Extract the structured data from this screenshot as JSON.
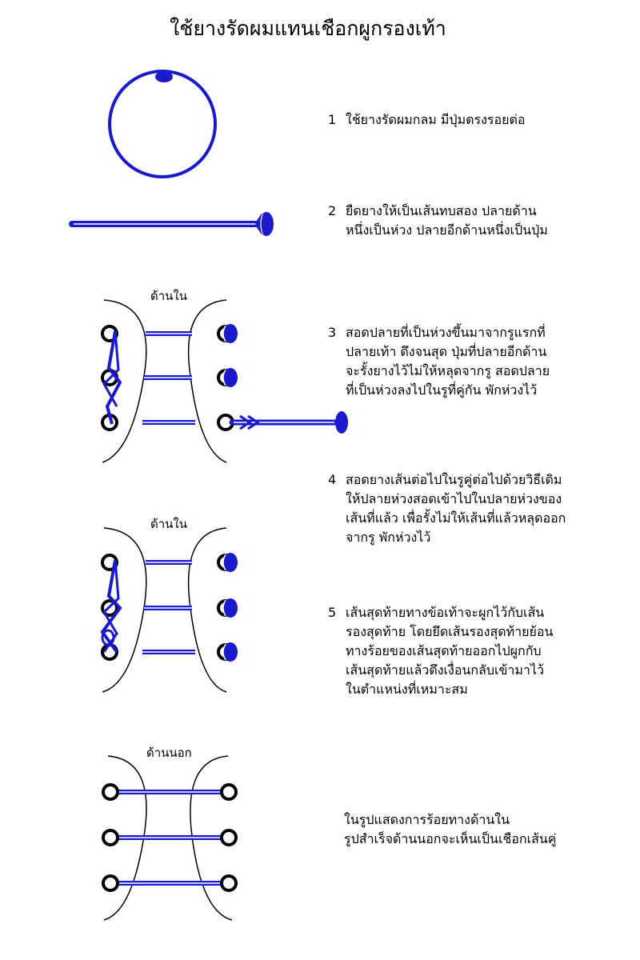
{
  "title": "ใช้ยางรัดผมแทนเชือกผูกรองเท้า",
  "colors": {
    "band": "#1a1acc",
    "outline": "#000000",
    "background": "#ffffff"
  },
  "steps": [
    {
      "number": "1",
      "lines": [
        "ใช้ยางรัดผมกลม มีปุ่มตรงรอยต่อ"
      ]
    },
    {
      "number": "2",
      "lines": [
        "ยืดยางให้เป็นเส้นทบสอง ปลายด้าน",
        "หนึ่งเป็นห่วง ปลายอีกด้านหนึ่งเป็นปุ่ม"
      ]
    },
    {
      "number": "3",
      "lines": [
        "สอดปลายที่เป็นห่วงขึ้นมาจากรูแรกที่",
        "ปลายเท้า ดึงจนสุด ปุ่มที่ปลายอีกด้าน",
        "จะรั้งยางไว้ไม่ให้หลุดจากรู สอดปลาย",
        "ที่เป็นห่วงลงไปในรูที่คู่กัน พักห่วงไว้"
      ]
    },
    {
      "number": "4",
      "lines": [
        "สอดยางเส้นต่อไปในรูคู่ต่อไปด้วยวิธีเดิม",
        "ให้ปลายห่วงสอดเข้าไปในปลายห่วงของ",
        "เส้นที่แล้ว เพื่อรั้งไม่ให้เส้นที่แล้วหลุดออก",
        "จากรู พักห่วงไว้"
      ]
    },
    {
      "number": "5",
      "lines": [
        "เส้นสุดท้ายทางข้อเท้าจะผูกไว้กับเส้น",
        "รองสุดท้าย โดยยึดเส้นรองสุดท้ายย้อน",
        "ทางร้อยของเส้นสุดท้ายออกไปผูกกับ",
        "เส้นสุดท้ายแล้วดึงเงื่อนกลับเข้ามาไว้",
        "ในตำแหน่งที่เหมาะสม"
      ]
    }
  ],
  "final_note": {
    "lines": [
      "ในรูปแสดงการร้อยทางด้านใน",
      "รูปสำเร็จด้านนอกจะเห็นเป็นเชือกเส้นคู่"
    ]
  },
  "diagram_labels": {
    "inside_1": "ด้านใน",
    "inside_2": "ด้านใน",
    "outside": "ด้านนอก"
  }
}
